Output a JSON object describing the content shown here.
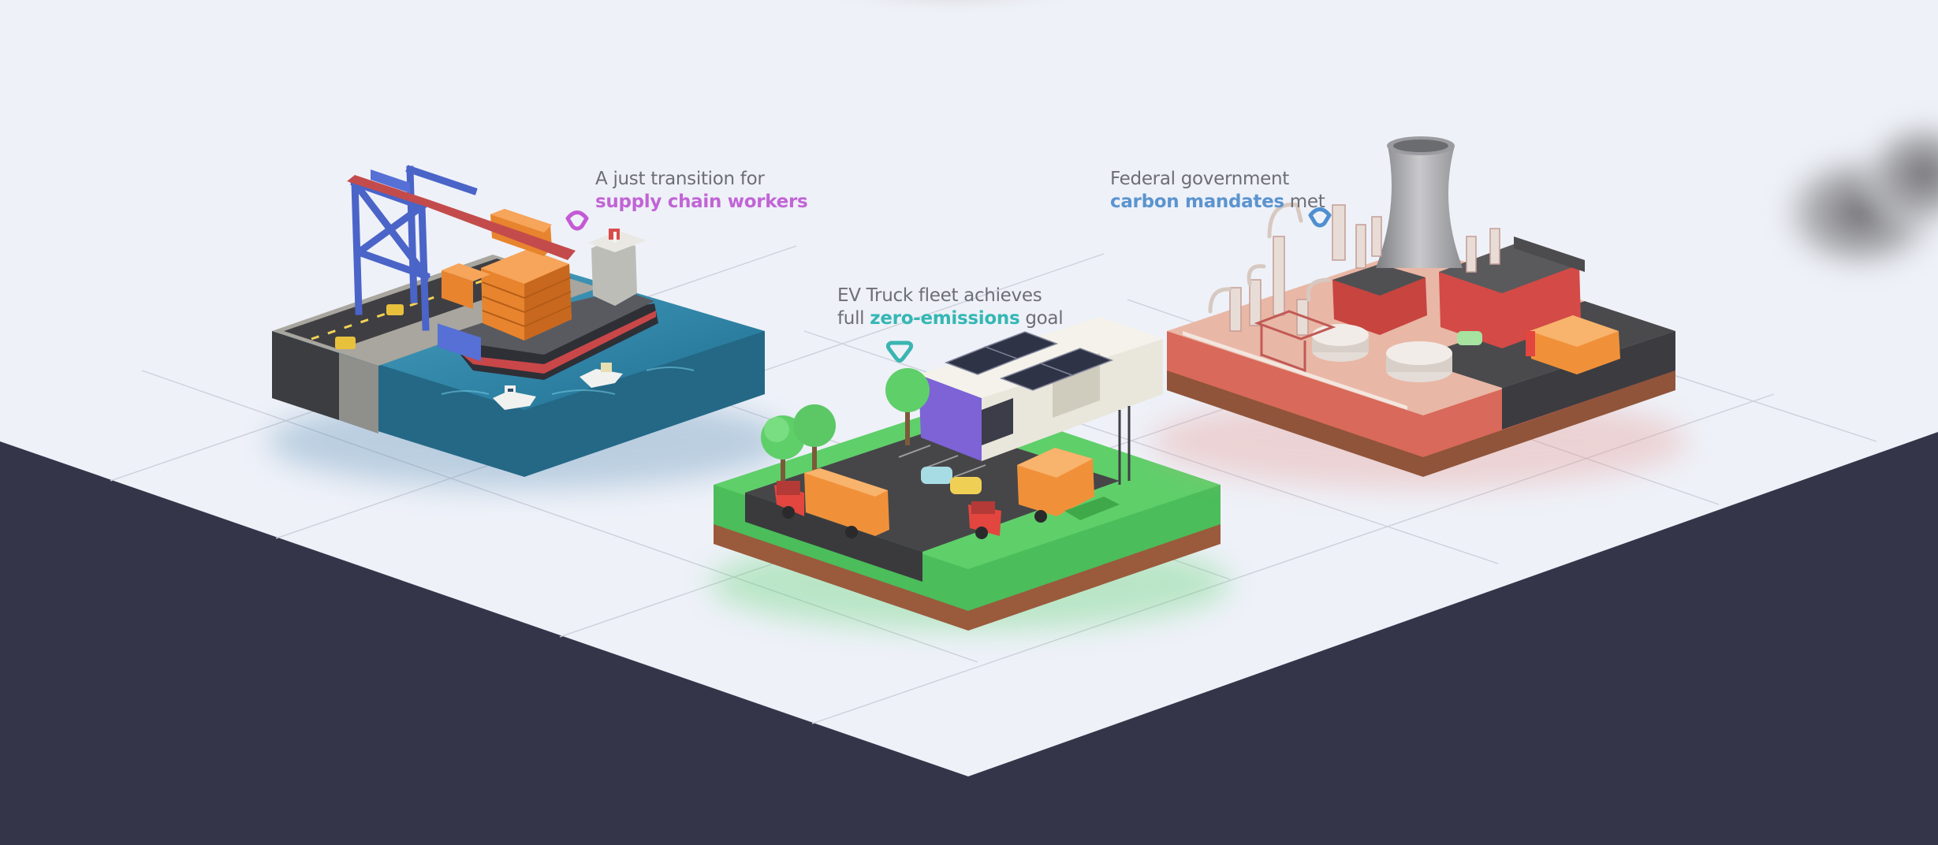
{
  "captions": {
    "port": {
      "line1": "A just transition for",
      "highlight": "supply chain workers",
      "highlight_color": "#c164d6",
      "marker_color": "#c45ad4"
    },
    "ev_fleet": {
      "prefix": "EV Truck fleet achieves",
      "line2_prefix": "full ",
      "highlight": "zero-emissions",
      "line2_suffix": " goal",
      "highlight_color": "#34b7b4",
      "marker_color": "#3ab5b2"
    },
    "industry": {
      "line1": "Federal government",
      "highlight": "carbon mandates",
      "line2_suffix": " met",
      "highlight_color": "#5b94cf",
      "marker_color": "#4f8fd0"
    }
  },
  "colors": {
    "background": "#eef1f8",
    "floor_dark": "#35354a",
    "grid_line": "#c9ccd6",
    "water": "#2d7fa3",
    "grass": "#5fcf6a",
    "soil": "#9a5a3c",
    "brick": "#d9695a",
    "crane": "#4f6bd0",
    "container": "#f0913a",
    "truck_red": "#e2463f"
  },
  "icons": {
    "marker_shape": "rounded-triangle-marker-icon",
    "smoke": "smoke-cloud-icon"
  }
}
